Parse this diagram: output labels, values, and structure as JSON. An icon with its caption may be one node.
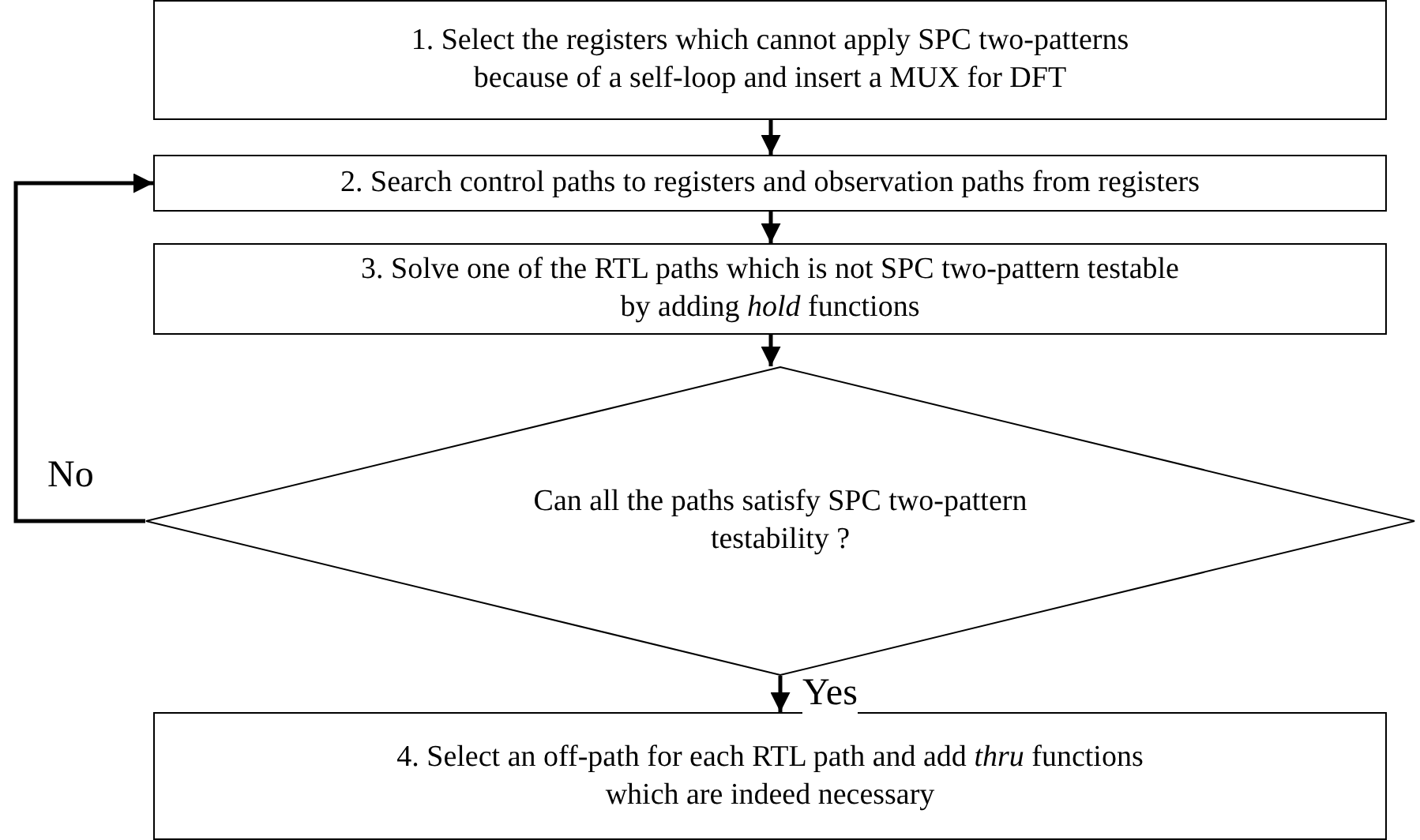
{
  "diagram": {
    "nodes": [
      {
        "text": [
          "1. Select the registers which cannot apply SPC two-patterns because of a self-loop and insert a MUX for DFT"
        ]
      },
      {
        "text": [
          "2. Search control paths to registers and observation paths from registers"
        ]
      },
      {
        "text": [
          "3. Solve one of the RTL paths which is not SPC two-pattern testable by adding *hold* functions"
        ]
      },
      {
        "text": [
          "Can all the paths satisfy SPC two-pattern testability ?"
        ]
      },
      {
        "text": [
          "4. Select an off-path for each RTL path and add *thru* functions which are indeed necessary"
        ]
      }
    ],
    "edges": [
      {
        "from": 0,
        "to": 1,
        "arrow": "to"
      },
      {
        "from": 1,
        "to": 2,
        "arrow": "to"
      },
      {
        "from": 2,
        "to": 3,
        "arrow": "to"
      },
      {
        "from": 3,
        "to": 1,
        "arrow": "to",
        "label": "No"
      },
      {
        "from": 3,
        "to": 4,
        "arrow": "to",
        "label": "Yes"
      }
    ]
  }
}
